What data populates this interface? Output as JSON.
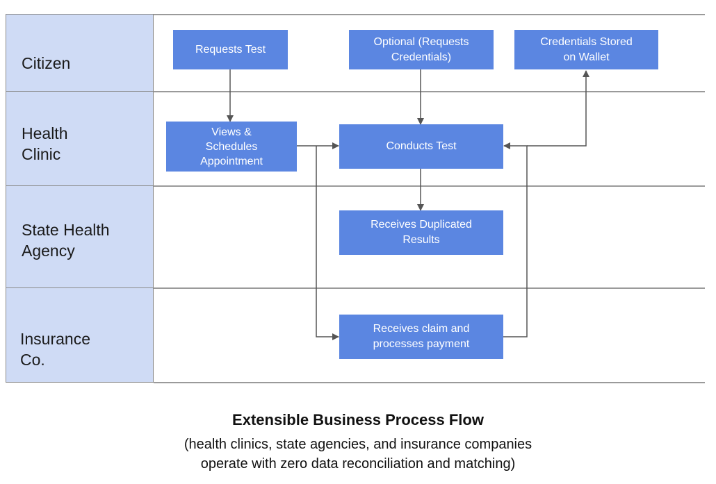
{
  "lanes": [
    {
      "label": "Citizen"
    },
    {
      "label": "Health\nClinic"
    },
    {
      "label": "State Health\nAgency"
    },
    {
      "label": "Insurance\nCo."
    }
  ],
  "boxes": {
    "requests_test": "Requests Test",
    "optional_credentials": "Optional (Requests\nCredentials)",
    "credentials_stored": "Credentials Stored\non Wallet",
    "views_schedules": "Views &\nSchedules\nAppointment",
    "conducts_test": "Conducts Test",
    "receives_duplicated": "Receives Duplicated\nResults",
    "receives_claim": "Receives claim and\nprocesses payment"
  },
  "caption": {
    "title": "Extensible Business Process Flow",
    "subtitle": "(health clinics, state agencies, and insurance companies\noperate with zero data reconciliation and matching)"
  },
  "colors": {
    "lane_label_fill": "#cfdbf5",
    "box_fill": "#5b86e1",
    "box_text": "#ffffff",
    "connector": "#555555"
  }
}
